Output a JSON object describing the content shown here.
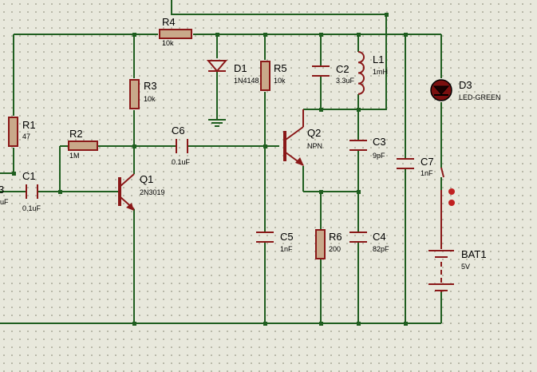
{
  "background": "#e8e8dc",
  "colors": {
    "wire": "#1f5e1f",
    "component": "#8a1818",
    "resistor_fill": "#c9a98a",
    "led": "#8a1818"
  },
  "components": {
    "R1": {
      "name": "R1",
      "value": "47"
    },
    "R2": {
      "name": "R2",
      "value": "1M"
    },
    "R3": {
      "name": "R3",
      "value": "10k"
    },
    "R4": {
      "name": "R4",
      "value": "10k"
    },
    "R5": {
      "name": "R5",
      "value": "10k"
    },
    "R6": {
      "name": "R6",
      "value": "200"
    },
    "C1": {
      "name": "C1",
      "value": "0.1uF"
    },
    "C2": {
      "name": "C2",
      "value": "3.3uF"
    },
    "C3": {
      "name": "C3",
      "value": "9pF"
    },
    "C4": {
      "name": "C4",
      "value": "82pF"
    },
    "C5": {
      "name": "C5",
      "value": "1nF"
    },
    "C6": {
      "name": "C6",
      "value": "0.1uF"
    },
    "C7": {
      "name": "C7",
      "value": "1nF"
    },
    "L1": {
      "name": "L1",
      "value": "1mH"
    },
    "D1": {
      "name": "D1",
      "value": "1N4148"
    },
    "D3": {
      "name": "D3",
      "value": "LED-GREEN"
    },
    "Q1": {
      "name": "Q1",
      "value": "2N3019"
    },
    "Q2": {
      "name": "Q2",
      "value": "NPN"
    },
    "BAT1": {
      "name": "BAT1",
      "value": "5V"
    },
    "offscreen": {
      "name_partial": "3",
      "value_partial": "uF"
    }
  }
}
